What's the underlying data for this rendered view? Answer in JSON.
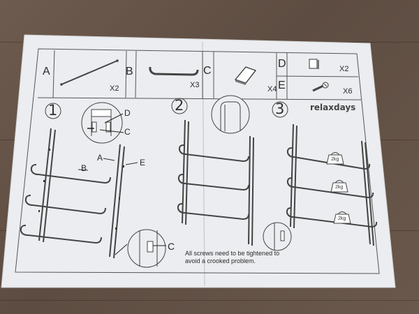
{
  "parts": [
    {
      "letter": "A",
      "qty": "X2",
      "icon": "rod-icon"
    },
    {
      "letter": "B",
      "qty": "X3",
      "icon": "curved-bar-icon"
    },
    {
      "letter": "C",
      "qty": "X4",
      "icon": "pad-icon"
    },
    {
      "letter": "D",
      "qty": "X2",
      "icon": "cap-icon"
    },
    {
      "letter": "E",
      "qty": "X6",
      "icon": "screw-icon"
    }
  ],
  "brand": "relaxdays",
  "steps": [
    {
      "number": "1",
      "callouts": [
        "D",
        "C",
        "A",
        "B",
        "E",
        "C"
      ]
    },
    {
      "number": "2"
    },
    {
      "number": "3",
      "weights": [
        "2kg",
        "2kg",
        "2kg"
      ]
    }
  ],
  "note": {
    "line1": "All screws need to be tightened to",
    "line2": "avoid a crooked problem."
  }
}
